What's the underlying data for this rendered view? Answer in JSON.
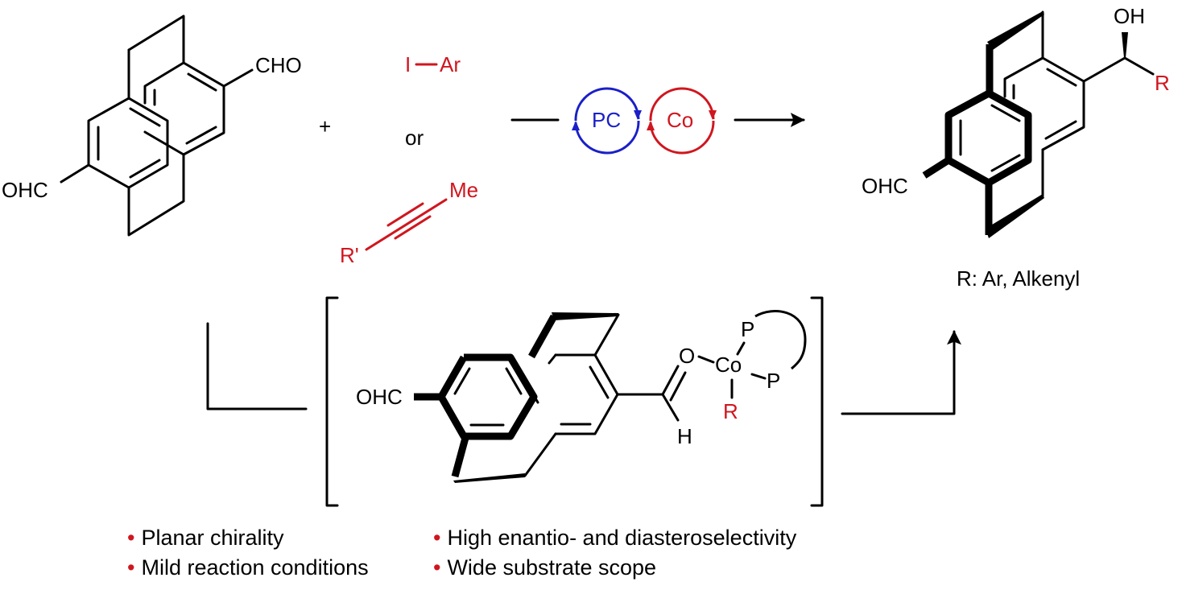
{
  "scheme": {
    "title": "Photoredox / cobalt dual-catalyzed desymmetrizing addition to [2.2]paracyclophane dialdehyde",
    "starting_material": {
      "substituent_top": "CHO",
      "substituent_bottom": "OHC"
    },
    "plus": "+",
    "reagents": {
      "aryl_iodide": {
        "I": "I",
        "Ar": "Ar"
      },
      "or": "or",
      "alkyne": {
        "Me": "Me",
        "R_prime": "R'"
      }
    },
    "catalysts": {
      "photocatalyst": "PC",
      "cobalt": "Co"
    },
    "product": {
      "OH": "OH",
      "R": "R",
      "OHC": "OHC",
      "r_definition": "R: Ar, Alkenyl"
    },
    "intermediate": {
      "OHC": "OHC",
      "O": "O",
      "Co": "Co",
      "P_top": "P",
      "P_bottom": "P",
      "R": "R",
      "H": "H"
    },
    "features": [
      {
        "text": "Planar chirality"
      },
      {
        "text": "Mild reaction conditions"
      },
      {
        "text": "High enantio- and diasteroselectivity"
      },
      {
        "text": "Wide substrate scope"
      }
    ],
    "bullet": "•"
  },
  "colors": {
    "reagent_red": "#d0161e",
    "photocatalyst_blue": "#1a1fc8",
    "ink": "#000000"
  }
}
